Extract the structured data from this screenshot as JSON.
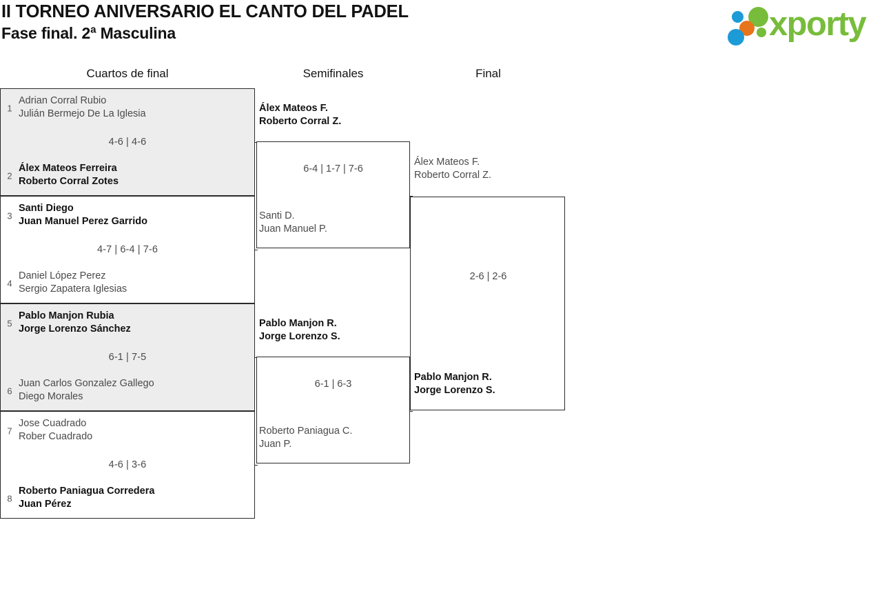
{
  "header": {
    "title_line1": "II TORNEO ANIVERSARIO EL CANTO DEL PADEL",
    "title_line2": "Fase final. 2ª Masculina",
    "logo_text": "xporty"
  },
  "rounds": [
    {
      "label": "Cuartos de final"
    },
    {
      "label": "Semifinales"
    },
    {
      "label": "Final"
    }
  ],
  "quarterfinals": [
    {
      "shaded": true,
      "score": "4-6 | 4-6",
      "top": {
        "seed": "1",
        "p1": "Adrian Corral Rubio",
        "p2": "Julián Bermejo De La Iglesia",
        "winner": false
      },
      "bottom": {
        "seed": "2",
        "p1": "Álex Mateos Ferreira",
        "p2": "Roberto Corral Zotes",
        "winner": true
      }
    },
    {
      "shaded": false,
      "score": "4-7 | 6-4 | 7-6",
      "top": {
        "seed": "3",
        "p1": "Santi Diego",
        "p2": "Juan Manuel Perez Garrido",
        "winner": true
      },
      "bottom": {
        "seed": "4",
        "p1": "Daniel López Perez",
        "p2": "Sergio Zapatera Iglesias",
        "winner": false
      }
    },
    {
      "shaded": true,
      "score": "6-1 | 7-5",
      "top": {
        "seed": "5",
        "p1": "Pablo Manjon Rubia",
        "p2": "Jorge Lorenzo Sánchez",
        "winner": true
      },
      "bottom": {
        "seed": "6",
        "p1": "Juan Carlos Gonzalez Gallego",
        "p2": "Diego Morales",
        "winner": false
      }
    },
    {
      "shaded": false,
      "score": "4-6 | 3-6",
      "top": {
        "seed": "7",
        "p1": "Jose Cuadrado",
        "p2": "Rober Cuadrado",
        "winner": false
      },
      "bottom": {
        "seed": "8",
        "p1": "Roberto Paniagua Corredera",
        "p2": "Juan Pérez",
        "winner": true
      }
    }
  ],
  "semifinals": [
    {
      "score": "6-4 | 1-7 | 7-6",
      "top": {
        "p1": "Álex Mateos F.",
        "p2": "Roberto Corral Z.",
        "winner": true
      },
      "bottom": {
        "p1": "Santi D.",
        "p2": "Juan Manuel P.",
        "winner": false
      }
    },
    {
      "score": "6-1 | 6-3",
      "top": {
        "p1": "Pablo Manjon R.",
        "p2": "Jorge Lorenzo S.",
        "winner": true
      },
      "bottom": {
        "p1": "Roberto Paniagua C.",
        "p2": "Juan P.",
        "winner": false
      }
    }
  ],
  "final": {
    "score": "2-6 | 2-6",
    "top": {
      "p1": "Álex Mateos F.",
      "p2": "Roberto Corral Z.",
      "winner": false
    },
    "bottom": {
      "p1": "Pablo Manjon R.",
      "p2": "Jorge Lorenzo S.",
      "winner": true
    }
  },
  "colors": {
    "shaded_cell": "#ededed",
    "border": "#2a2a2a",
    "winner_text": "#121212",
    "loser_text": "#4a4a4a",
    "logo_green": "#78bc3c",
    "logo_blue": "#1d9bd7",
    "logo_orange": "#e8741c"
  }
}
